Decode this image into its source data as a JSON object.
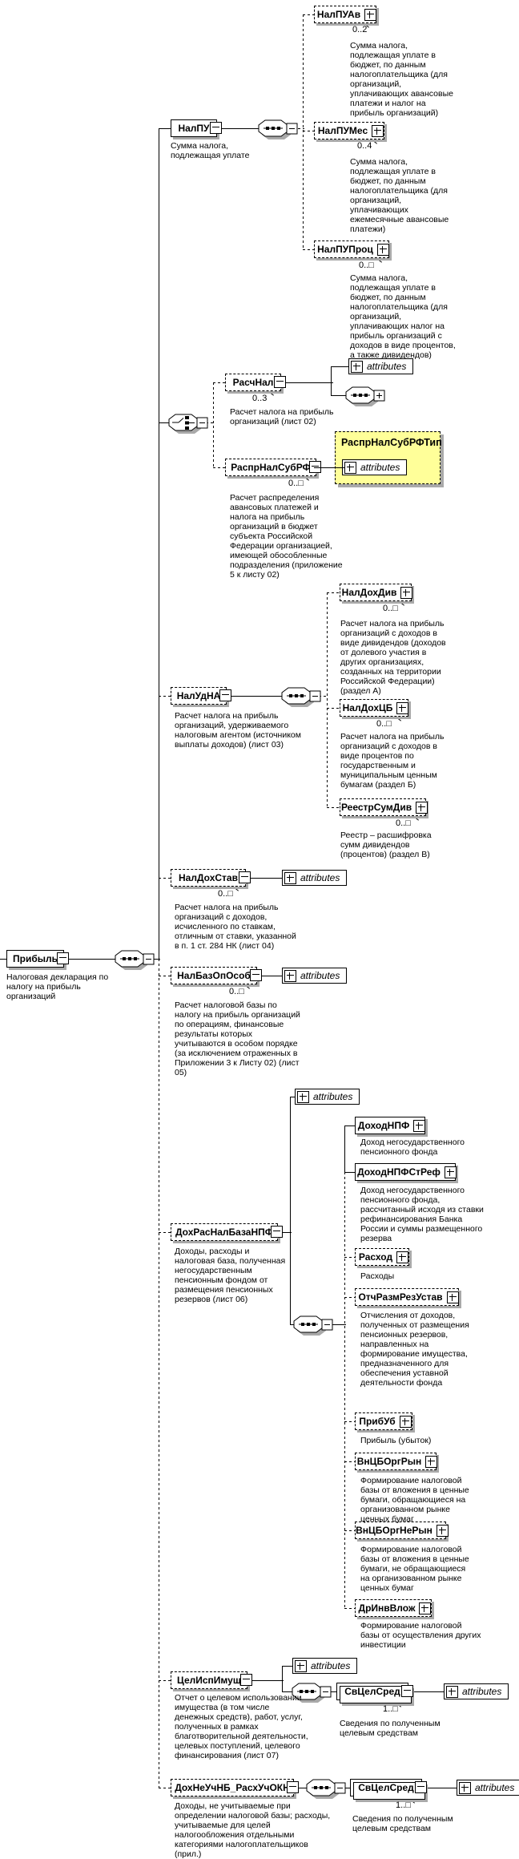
{
  "diagram": {
    "attributes_label": "attributes",
    "colors": {
      "type_box_bg": "#ffff99",
      "shadow": "#a9a9a9",
      "line": "#000000"
    },
    "type_box": {
      "title": "РаспрНалСубРФТип"
    },
    "root": {
      "label": "Прибыль",
      "annotation": "Налоговая декларация по налогу на прибыль организаций"
    },
    "nodes": {
      "nalpu": {
        "label": "НалПУ",
        "annotation": "Сумма налога, подлежащая уплате"
      },
      "nalpuav": {
        "label": "НалПУАв",
        "cardinality": "0..2",
        "annotation": "Сумма налога, подлежащая уплате в бюджет, по данным налогоплательщика (для организаций, уплачивающих авансовые платежи и налог на прибыль организаций)"
      },
      "nalpumes": {
        "label": "НалПУМес",
        "cardinality": "0..4",
        "annotation": "Сумма налога, подлежащая уплате в бюджет, по данным налогоплательщика (для организаций, уплачивающих ежемесячные авансовые платежи)"
      },
      "nalpuproc": {
        "label": "НалПУПроц",
        "cardinality": "0..□",
        "annotation": "Сумма налога, подлежащая уплате в бюджет, по данным налогоплательщика (для организаций, уплачивающих налог на прибыль организаций с доходов в виде процентов, а также дивидендов)"
      },
      "raschnal": {
        "label": "РасчНал",
        "cardinality": "0..3",
        "annotation": "Расчет налога на прибыль организаций (лист 02)"
      },
      "rasprnalsubrf": {
        "label": "РаспрНалСубРФ",
        "cardinality": "0..□",
        "annotation": "Расчет распределения авансовых платежей и налога на прибыль организаций в бюджет субъекта Российской Федерации организацией, имеющей обособленные подразделения (приложение 5 к листу 02)"
      },
      "naludna": {
        "label": "НалУдНА",
        "annotation": "Расчет налога на прибыль организаций, удерживаемого налоговым агентом (источником выплаты доходов) (лист 03)"
      },
      "naldohdiv": {
        "label": "НалДохДив",
        "cardinality": "0..□",
        "annotation": "Расчет налога на прибыль организаций с доходов в виде дивидендов (доходов от долевого участия в других организациях, созданных на территории Российской Федерации) (раздел А)"
      },
      "naldohcb": {
        "label": "НалДохЦБ",
        "cardinality": "0..□",
        "annotation": "Расчет налога на прибыль организаций  с доходов в виде процентов по государственным и муниципальным ценным бумагам (раздел Б)"
      },
      "reestrsumdiv": {
        "label": "РеестрСумДив",
        "cardinality": "0..□",
        "annotation": "Реестр – расшифровка сумм дивидендов (процентов) (раздел В)"
      },
      "naldohstav": {
        "label": "НалДохСтав",
        "cardinality": "0..□",
        "annotation": "Расчет налога на прибыль организаций с доходов, исчисленного по ставкам, отличным от  ставки, указанной  в п. 1 ст. 284 НК  (лист 04)"
      },
      "nalbazoposob": {
        "label": "НалБазОпОсоб",
        "cardinality": "0..□",
        "annotation": "Расчет налоговой базы по налогу на прибыль организаций по операциям, финансовые результаты которых учитываются в особом порядке (за исключением отраженных в Приложении 3 к Листу 02)  (лист 05)"
      },
      "dohrasnalbazanpf": {
        "label": "ДохРасНалБазаНПФ",
        "annotation": "Доходы, расходы и налоговая  база, полученная негосударственным пенсионным фондом от размещения пенсионных резервов  (лист 06)"
      },
      "dohodnpf": {
        "label": "ДоходНПФ",
        "annotation": "Доход негосударственного пенсионного фонда"
      },
      "dohodnpfstref": {
        "label": "ДоходНПФСтРеф",
        "annotation": "Доход негосударственного пенсионного фонда, рассчитанный исходя из ставки рефинансирования Банка России и суммы размещенного резерва"
      },
      "rashod": {
        "label": "Расход",
        "annotation": "Расходы"
      },
      "otchrazmrezustav": {
        "label": "ОтчРазмРезУстав",
        "annotation": "Отчисления от доходов, полученных от размещения пенсионных резервов, направленных на формирование имущества, предназначенного  для обеспечения уставной деятельности фонда"
      },
      "pribub": {
        "label": "ПрибУб",
        "annotation": "Прибыль (убыток)"
      },
      "vncborgryn": {
        "label": "ВнЦБОргРын",
        "annotation": "Формирование налоговой базы от вложения в ценные бумаги, обращающиеся на организованном рынке ценных бумаг"
      },
      "vncborgneryn": {
        "label": "ВнЦБОргНеРын",
        "annotation": "Формирование налоговой базы от вложения в ценные бумаги, не обращающиеся на организованном рынке ценных бумаг"
      },
      "drinvvlozh": {
        "label": "ДрИнвВлож",
        "annotation": "Формирование налоговой базы от осуществления других инвестиции"
      },
      "celispimush": {
        "label": "ЦелИспИмущ",
        "annotation": "Отчет о целевом использовании имущества (в том числе денежных средств), работ, услуг, полученных в рамках благотворительной деятельности, целевых поступлений, целевого финансирования  (лист 07)"
      },
      "svcelsred1": {
        "label": "СвЦелСред",
        "cardinality": "1..□",
        "annotation": "Сведения по полученным целевым средствам"
      },
      "svcelsred2": {
        "label": "СвЦелСред",
        "cardinality": "1..□",
        "annotation": "Сведения по полученным целевым средствам"
      },
      "dohneuchnb": {
        "label": "ДохНеУчНБ_РасхУчОКН",
        "annotation": "Доходы, не учитываемые при определении налоговой базы; расходы, учитываемые для целей налогообложения отдельными категориями налогоплательщиков (прил.)"
      }
    }
  }
}
